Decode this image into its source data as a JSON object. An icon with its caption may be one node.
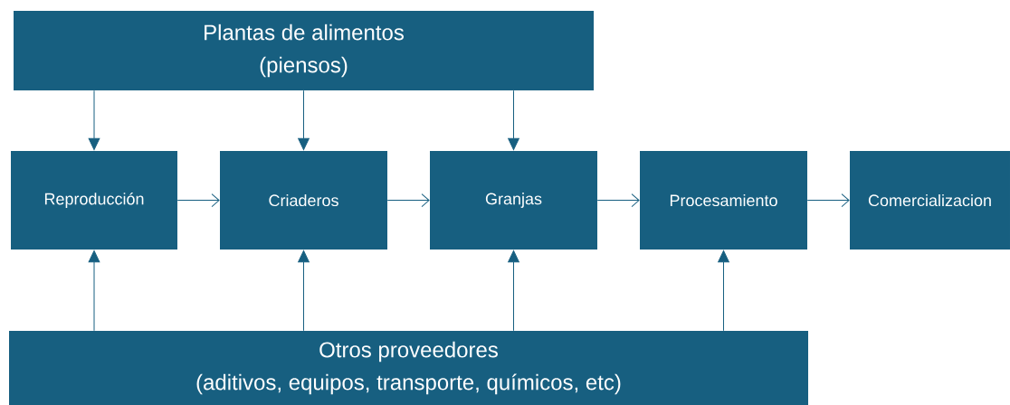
{
  "diagram": {
    "nodes": [
      {
        "text": [
          "Plantas de alimentos",
          "(piensos)"
        ]
      },
      {
        "text": [
          "Reproducción"
        ]
      },
      {
        "text": [
          "Criaderos"
        ]
      },
      {
        "text": [
          "Granjas"
        ]
      },
      {
        "text": [
          "Procesamiento"
        ]
      },
      {
        "text": [
          "Comercializacion"
        ]
      },
      {
        "text": [
          "Otros proveedores",
          "(aditivos, equipos, transporte, químicos, etc)"
        ]
      }
    ],
    "edges": [
      {
        "from": 0,
        "to": 1,
        "arrow": "to"
      },
      {
        "from": 0,
        "to": 2,
        "arrow": "to"
      },
      {
        "from": 0,
        "to": 3,
        "arrow": "to"
      },
      {
        "from": 1,
        "to": 2,
        "arrow": "to"
      },
      {
        "from": 2,
        "to": 3,
        "arrow": "to"
      },
      {
        "from": 3,
        "to": 4,
        "arrow": "to"
      },
      {
        "from": 4,
        "to": 5,
        "arrow": "to"
      },
      {
        "from": 6,
        "to": 1,
        "arrow": "to"
      },
      {
        "from": 6,
        "to": 2,
        "arrow": "to"
      },
      {
        "from": 6,
        "to": 3,
        "arrow": "to"
      },
      {
        "from": 6,
        "to": 4,
        "arrow": "to"
      }
    ]
  }
}
